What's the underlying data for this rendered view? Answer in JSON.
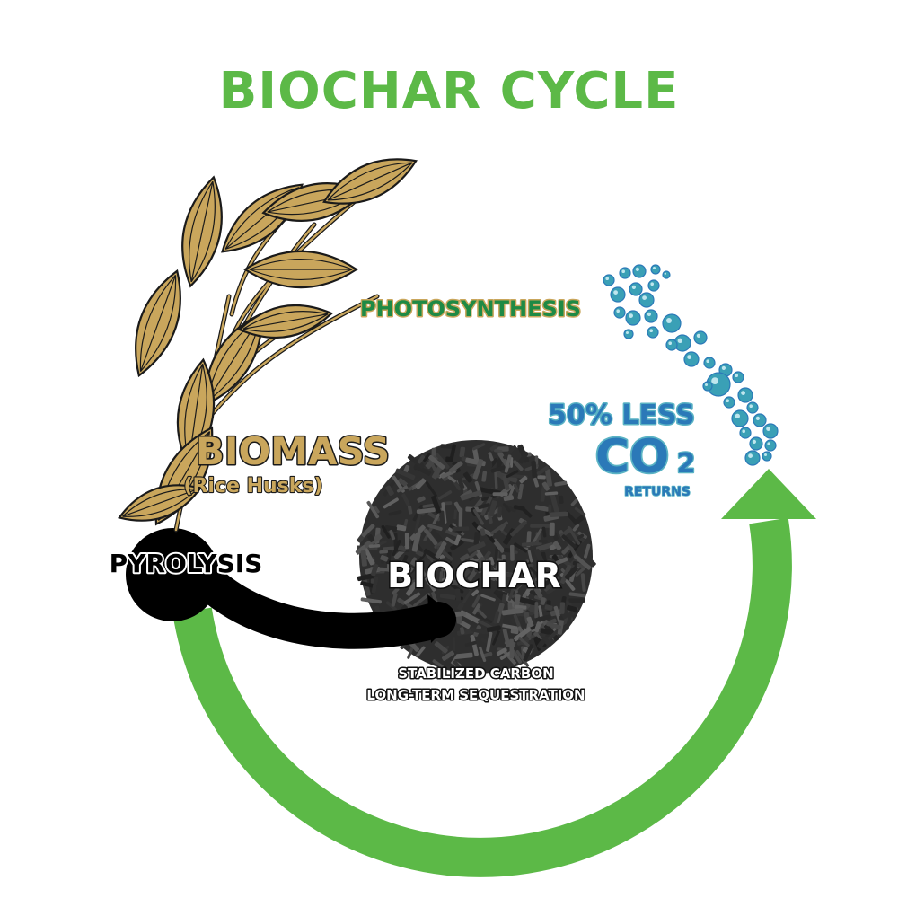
{
  "title": "BIOCHAR CYCLE",
  "labels": {
    "photosynthesis": "PHOTOSYNTHESIS",
    "biomass": "BIOMASS",
    "biomass_sub": "(Rice Husks)",
    "pyrolysis": "PYROLYSIS",
    "biochar": "BIOCHAR",
    "stabilized_line1": "STABILIZED CARBON",
    "stabilized_line2": "LONG-TERM SEQUESTRATION",
    "co2_percent": "50% LESS",
    "co2_formula": "CO",
    "co2_subscript": "2",
    "co2_returns": "RETURNS"
  },
  "icons": {
    "plant": "rice-plant-icon",
    "bubbles": "co2-bubbles-icon",
    "biochar": "biochar-pile-icon"
  },
  "colors": {
    "title_green": "#5cb947",
    "cycle_arrow_green": "#5cb947",
    "leaf_fill": "#c9a65c",
    "leaf_outline": "#1a1a1a",
    "photosynthesis_green": "#1e8a45",
    "photosynthesis_outline": "#c9a65c",
    "co2_blue": "#2b79b8",
    "co2_outline": "#5ab3c4",
    "bubble_blue": "#3aa0b6",
    "biochar_dark": "#2e2e2e",
    "pyrolysis_black": "#000000"
  }
}
